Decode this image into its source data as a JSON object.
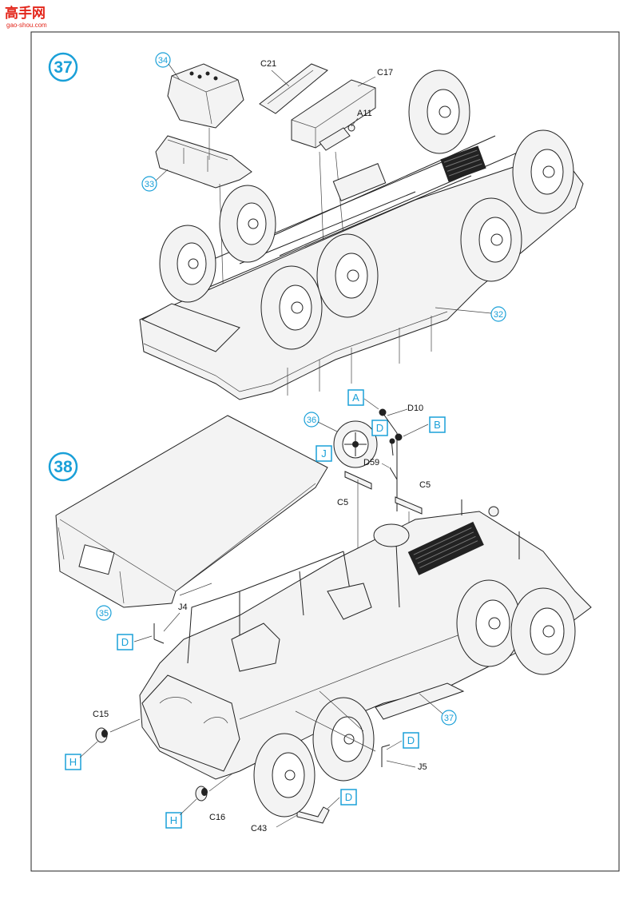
{
  "logo": {
    "text": "高手网",
    "url": "gao-shou.com"
  },
  "step37": {
    "number": "37",
    "parts": [
      "C21",
      "C17",
      "A11"
    ],
    "callouts": [
      "34",
      "33",
      "32"
    ]
  },
  "step38": {
    "number": "38",
    "parts": [
      "D10",
      "D59",
      "C5",
      "C5",
      "J4",
      "C15",
      "C16",
      "C43",
      "J5"
    ],
    "callouts": [
      "36",
      "35",
      "37"
    ],
    "letters": [
      "A",
      "D",
      "B",
      "J",
      "D",
      "H",
      "H",
      "D",
      "D"
    ]
  }
}
